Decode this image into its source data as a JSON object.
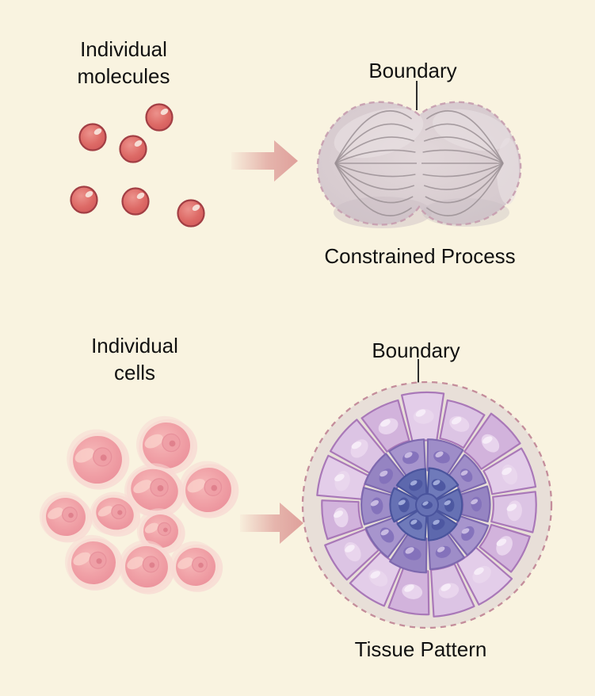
{
  "title": "Boundary constrained processes diagram",
  "labels": {
    "molecules_line1": "Individual",
    "molecules_line2": "molecules",
    "boundary_top": "Boundary",
    "constrained_process": "Constrained Process",
    "cells_line1": "Individual",
    "cells_line2": "cells",
    "boundary_bottom": "Boundary",
    "tissue_pattern": "Tissue Pattern"
  },
  "figures": {
    "molecule_count": 6,
    "cell_count": 10,
    "tissue_layers": 3
  },
  "icons": {
    "arrow_top": "arrow-right-icon",
    "arrow_bottom": "arrow-right-icon"
  },
  "colors": {
    "background": "#f9f3e0",
    "text": "#111111",
    "arrow": "#dfa09b",
    "molecule_fill_light": "#ec928c",
    "molecule_fill": "#dd6a66",
    "molecule_fill_dark": "#cf5558",
    "molecule_stroke": "#a23e44",
    "molecule_highlight": "#f6ddd5",
    "cell_halo": "#f7d9d3",
    "cell_body_light": "#f6b9b9",
    "cell_body": "#f0a0a6",
    "cell_body_dark": "#ea8e99",
    "cell_nucleus": "#ef9fa6",
    "cell_nucleus_stroke": "#e78f9a",
    "cell_nucleolus": "#e0818d",
    "cell_highlight": "#f9cfc9",
    "dividing_cell_light": "#e2d8da",
    "dividing_cell_fill": "#d9cdd1",
    "dividing_cell_dark": "#d2c6cb",
    "dividing_cell_border": "#c79fb0",
    "dividing_cell_sheen": "#eae1e3",
    "dividing_cell_shade": "#c9bdc3",
    "spindle_fiber": "#9b9095",
    "tissue_halo": "#e8dfd8",
    "tissue_border": "#c48d9b",
    "tissue_outer_fills": [
      "#dcc4e4",
      "#d2b3dc",
      "#e3cde9"
    ],
    "tissue_outer_stroke": "#a978b8",
    "tissue_outer_nucleus": "#e9d6ed",
    "tissue_outer_highlight": "#f7eef8",
    "tissue_middle_fills": [
      "#9e8dc8",
      "#9584c2",
      "#a795cd"
    ],
    "tissue_middle_stroke": "#7e69af",
    "tissue_middle_nucleus": "#8371ba",
    "tissue_middle_highlight": "#cfc2e6",
    "tissue_inner_fills": [
      "#6671b4",
      "#5d68ad",
      "#6f7aba"
    ],
    "tissue_inner_stroke": "#4a549d",
    "tissue_inner_nucleus": "#4c56a0",
    "tissue_inner_highlight": "#aab4e0",
    "pointer_line": "#2e2e2e"
  }
}
